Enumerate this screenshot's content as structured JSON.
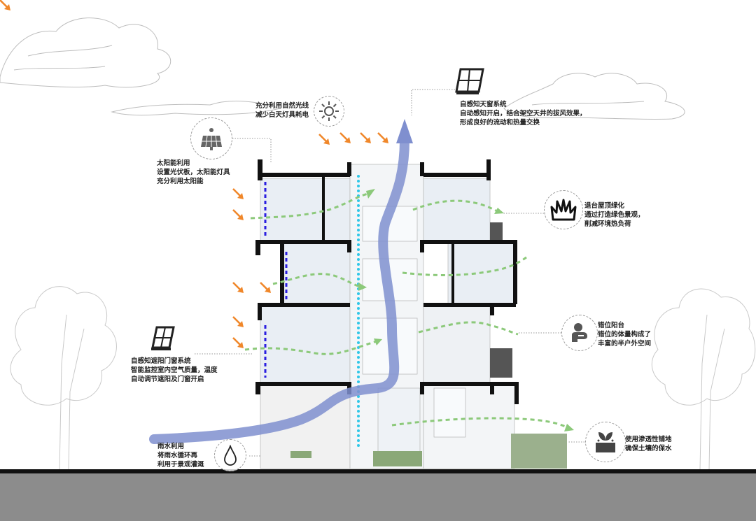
{
  "colors": {
    "airflow_arrow": "#7f8fcf",
    "breeze_dots": "#8cc97a",
    "sun_arrows": "#f0872a",
    "core_dots": "#2fc7e8",
    "shade_dots": "#2a1ee0",
    "ground": "#8c8c8c",
    "slab": "#111111"
  },
  "callouts": {
    "daylight": {
      "icon": "sun-icon",
      "lines": [
        "充分利用自然光线",
        "减少白天灯具耗电"
      ]
    },
    "solar": {
      "icon": "solar-panel-icon",
      "lines": [
        "太阳能利用",
        "设置光伏板，太阳能灯具",
        "充分利用太阳能"
      ]
    },
    "skylight": {
      "icon": "skylight-window-icon",
      "lines": [
        "自感知天窗系统",
        "自动感知开启，结合架空天井的拔风效果，",
        "形成良好的流动和热量交换"
      ]
    },
    "roof_green": {
      "icon": "grass-icon",
      "lines": [
        "退台屋顶绿化",
        "通过打造绿色景观，",
        "削减环境热负荷"
      ]
    },
    "balcony": {
      "icon": "person-balcony-icon",
      "lines": [
        "错位阳台",
        "错位的体量构成了",
        "丰富的半户外空间"
      ]
    },
    "shading": {
      "icon": "window-icon",
      "lines": [
        "自感知遮阳门窗系统",
        "智能监控室内空气质量，温度",
        "自动调节遮阳及门窗开启"
      ]
    },
    "rainwater": {
      "icon": "water-drop-icon",
      "lines": [
        "雨水利用",
        "将雨水循环再",
        "利用于景观灌溉"
      ]
    },
    "paving": {
      "icon": "soil-plant-icon",
      "lines": [
        "使用渗透性铺地",
        "确保土壤的保水"
      ]
    }
  }
}
